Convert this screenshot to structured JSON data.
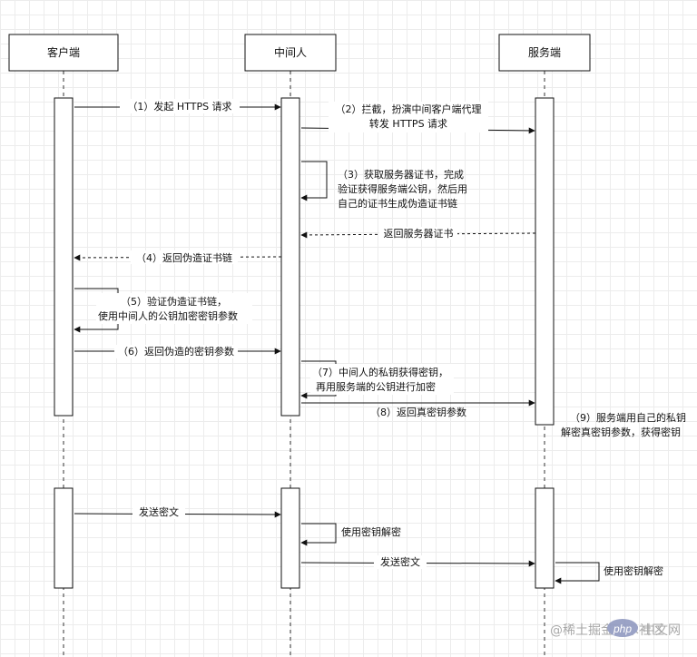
{
  "actors": {
    "client": "客户端",
    "mitm": "中间人",
    "server": "服务端"
  },
  "messages": {
    "m1": "（1）发起 HTTPS 请求",
    "m2_line1": "（2）拦截，扮演中间客户端代理",
    "m2_line2": "转发 HTTPS 请求",
    "m3_line1": "（3）获取服务器证书，完成",
    "m3_line2": "验证获得服务端公钥，然后用",
    "m3_line3": "自己的证书生成伪造证书链",
    "m_return_cert": "返回服务器证书",
    "m4": "（4）返回伪造证书链",
    "m5_line1": "（5）验证伪造证书链，",
    "m5_line2": "使用中间人的公钥加密密钥参数",
    "m6": "（6）返回伪造的密钥参数",
    "m7_line1": "（7）中间人的私钥获得密钥，",
    "m7_line2": "再用服务端的公钥进行加密",
    "m8": "（8）返回真密钥参数",
    "m9_line1": "（9）服务端用自己的私钥",
    "m9_line2": "解密真密钥参数，获得密钥",
    "send_cipher_1": "发送密文",
    "decrypt_1": "使用密钥解密",
    "send_cipher_2": "发送密文",
    "decrypt_2": "使用密钥解密"
  },
  "watermark": {
    "left": "@稀土掘金技术社区",
    "php_logo": "php",
    "right": "中文网"
  }
}
